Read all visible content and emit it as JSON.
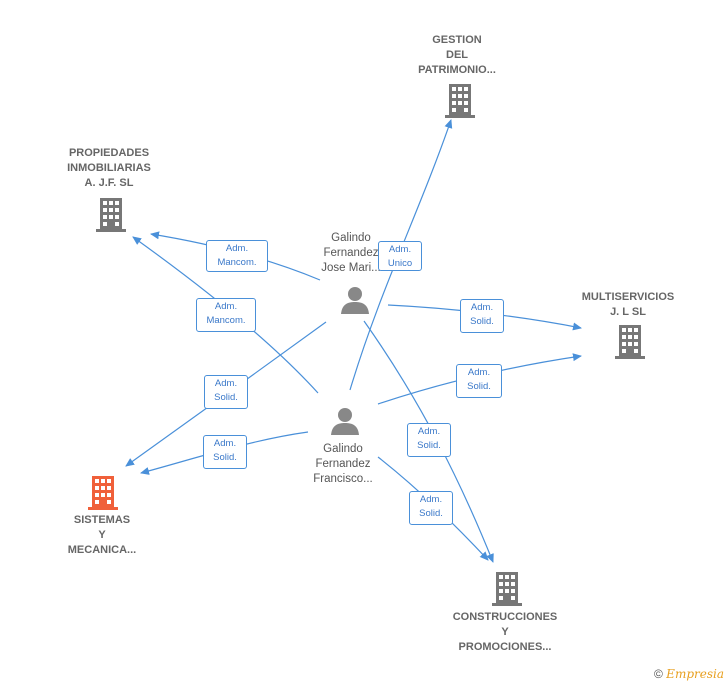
{
  "nodes": {
    "gestion": {
      "label": "GESTION\nDEL\nPATRIMONIO..."
    },
    "propiedades": {
      "label": "PROPIEDADES\nINMOBILIARIAS\nA. J.F.  SL"
    },
    "multiservicios": {
      "label": "MULTISERVICIOS\nJ.  L SL"
    },
    "sistemas": {
      "label": "SISTEMAS\nY\nMECANICA..."
    },
    "construcciones": {
      "label": "CONSTRUCCIONES\nY\nPROMOCIONES..."
    },
    "jose": {
      "label": "Galindo\nFernandez\nJose Mari..."
    },
    "francisco": {
      "label": "Galindo\nFernandez\nFrancisco..."
    }
  },
  "edge_labels": {
    "adm_unico": "Adm.\nUnico",
    "adm_mancom_1": "Adm.\nMancom.",
    "adm_mancom_2": "Adm.\nMancom.",
    "adm_solid_jose_multi": "Adm.\nSolid.",
    "adm_solid_fran_multi": "Adm.\nSolid.",
    "adm_solid_jose_sist": "Adm.\nSolid.",
    "adm_solid_fran_sist": "Adm.\nSolid.",
    "adm_solid_jose_const": "Adm.\nSolid.",
    "adm_solid_fran_const": "Adm.\nSolid."
  },
  "colors": {
    "edge": "#4a90d9",
    "company": "#777777",
    "focus": "#f0603a",
    "person": "#888888"
  },
  "footer": {
    "copyright": "©",
    "brand": "mpresia",
    "brand_initial": "E"
  }
}
